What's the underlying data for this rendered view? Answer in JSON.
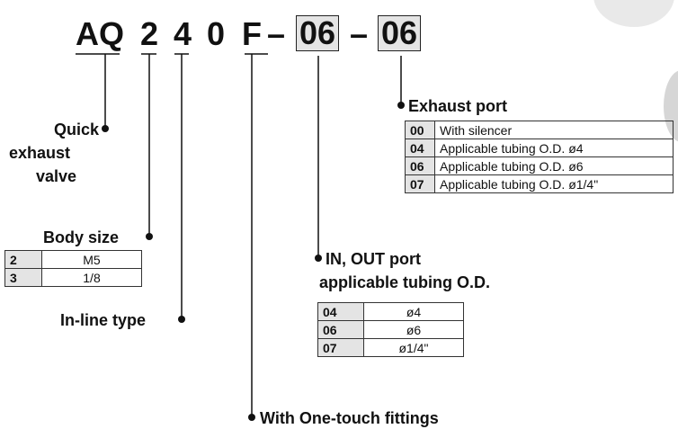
{
  "model_code": {
    "series": "AQ",
    "size_digit": "2",
    "type_digit": "4",
    "zero": "0",
    "fitting": "F",
    "dash1": "–",
    "in_out_port": "06",
    "dash2": "–",
    "exhaust_port": "06"
  },
  "labels": {
    "quick_line1": "Quick",
    "quick_line2": "exhaust",
    "quick_line3": "valve",
    "body_size": "Body size",
    "in_line_type": "In-line type",
    "in_out_line1": "IN, OUT port",
    "in_out_line2": "applicable tubing O.D.",
    "exhaust_port": "Exhaust port",
    "one_touch": "With One-touch fittings"
  },
  "body_size_table": [
    {
      "code": "2",
      "value": "M5"
    },
    {
      "code": "3",
      "value": "1/8"
    }
  ],
  "in_out_table": [
    {
      "code": "04",
      "value": "ø4"
    },
    {
      "code": "06",
      "value": "ø6"
    },
    {
      "code": "07",
      "value": "ø1/4\""
    }
  ],
  "exhaust_table": [
    {
      "code": "00",
      "value": "With silencer"
    },
    {
      "code": "04",
      "value": "Applicable tubing O.D. ø4"
    },
    {
      "code": "06",
      "value": "Applicable tubing O.D. ø6"
    },
    {
      "code": "07",
      "value": "Applicable tubing O.D. ø1/4\""
    }
  ],
  "colors": {
    "code_box_fill": "#e4e4e4",
    "line": "#111111"
  }
}
